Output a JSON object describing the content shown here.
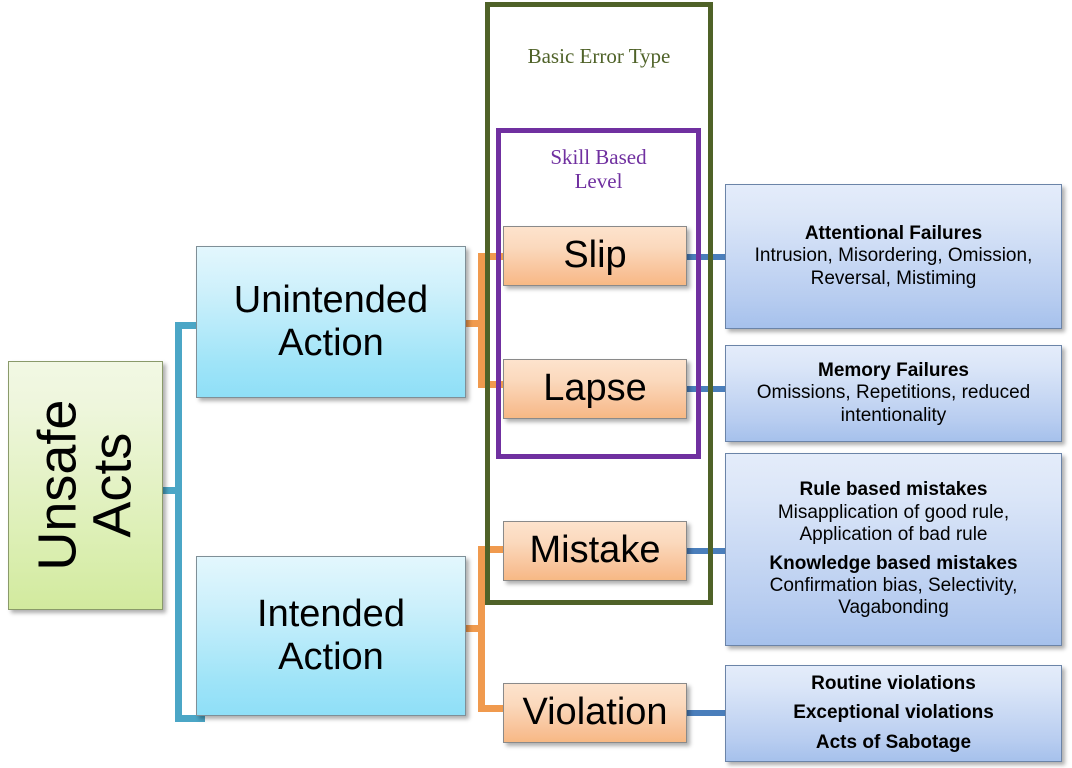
{
  "diagram": {
    "title": "Unsafe Acts error classification (Reason's Swiss Cheese / GEMS taxonomy)",
    "root": {
      "label": "Unsafe\nActs",
      "color": "#d2ea9e",
      "orientation": "rotated-90"
    },
    "branches": [
      {
        "id": "unintended",
        "label": "Unintended\nAction",
        "color": "#9fe4f8"
      },
      {
        "id": "intended",
        "label": "Intended\nAction",
        "color": "#9fe4f8"
      }
    ],
    "frames": [
      {
        "id": "basic-error-type",
        "label": "Basic Error Type",
        "color": "#4F6228"
      },
      {
        "id": "skill-based-level",
        "label": "Skill Based\nLevel",
        "color": "#7030A0"
      }
    ],
    "error_types": [
      {
        "id": "slip",
        "label": "Slip",
        "color": "#f8bf93"
      },
      {
        "id": "lapse",
        "label": "Lapse",
        "color": "#f8bf93"
      },
      {
        "id": "mistake",
        "label": "Mistake",
        "color": "#f8bf93"
      },
      {
        "id": "violation",
        "label": "Violation",
        "color": "#f8bf93"
      }
    ],
    "details": [
      {
        "id": "attentional-failures",
        "color": "#b8cdf0",
        "blocks": [
          {
            "style": "head",
            "text": "Attentional Failures"
          },
          {
            "style": "body",
            "text": "Intrusion, Misordering, Omission,\nReversal, Mistiming"
          }
        ]
      },
      {
        "id": "memory-failures",
        "color": "#b8cdf0",
        "blocks": [
          {
            "style": "head",
            "text": "Memory Failures"
          },
          {
            "style": "body",
            "text": "Omissions, Repetitions, reduced\nintentionality"
          }
        ]
      },
      {
        "id": "mistake-details",
        "color": "#b8cdf0",
        "blocks": [
          {
            "style": "head",
            "text": "Rule based mistakes"
          },
          {
            "style": "body",
            "text": "Misapplication of good rule,\nApplication of bad rule"
          },
          {
            "style": "head",
            "text": "Knowledge based mistakes"
          },
          {
            "style": "body",
            "text": "Confirmation bias, Selectivity,\nVagabonding"
          }
        ]
      },
      {
        "id": "violation-details",
        "color": "#b8cdf0",
        "blocks": [
          {
            "style": "line",
            "text": "Routine violations"
          },
          {
            "style": "line",
            "text": "Exceptional violations"
          },
          {
            "style": "line",
            "text": "Acts of Sabotage"
          }
        ]
      }
    ],
    "connector_colors": {
      "root_to_branches": "#4BA6C6",
      "branch_to_error": "#F09A4E",
      "error_to_detail": "#4A7EBB"
    }
  }
}
